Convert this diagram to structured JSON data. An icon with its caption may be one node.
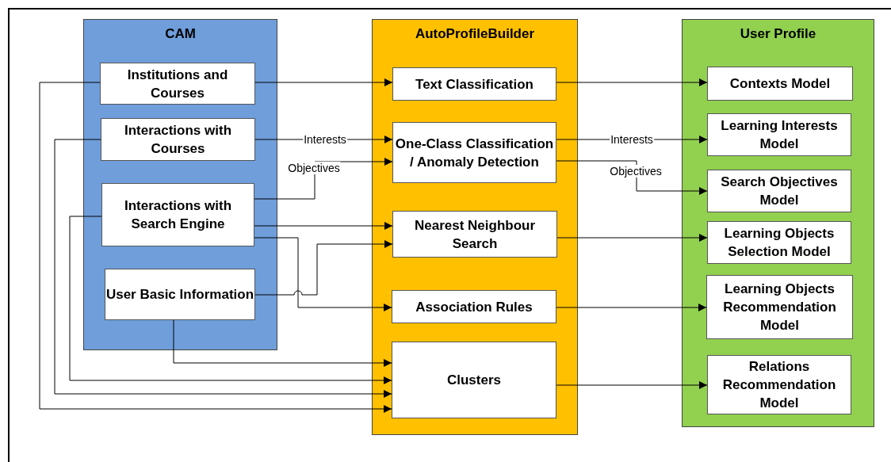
{
  "diagram": {
    "nodes": [
      {
        "text": [
          "CAM"
        ]
      },
      {
        "text": [
          "Institutions and Courses"
        ],
        "in": 0
      },
      {
        "text": [
          "Interactions with Courses"
        ],
        "in": 0
      },
      {
        "text": [
          "Interactions with Search Engine"
        ],
        "in": 0
      },
      {
        "text": [
          "User Basic Information"
        ],
        "in": 0
      },
      {
        "text": [
          "AutoProfileBuilder"
        ]
      },
      {
        "text": [
          "Text Classification"
        ],
        "in": 5
      },
      {
        "text": [
          "One-Class Classification / Anomaly Detection"
        ],
        "in": 5
      },
      {
        "text": [
          "Nearest Neighbour Search"
        ],
        "in": 5
      },
      {
        "text": [
          "Association Rules"
        ],
        "in": 5
      },
      {
        "text": [
          "Clusters"
        ],
        "in": 5
      },
      {
        "text": [
          "User Profile"
        ]
      },
      {
        "text": [
          "Contexts Model"
        ],
        "in": 11
      },
      {
        "text": [
          "Learning Interests Model"
        ],
        "in": 11
      },
      {
        "text": [
          "Search Objectives Model"
        ],
        "in": 11
      },
      {
        "text": [
          "Learning Objects Selection Model"
        ],
        "in": 11
      },
      {
        "text": [
          "Learning Objects Recommendation Model"
        ],
        "in": 11
      },
      {
        "text": [
          "Relations Recommendation Model"
        ],
        "in": 11
      }
    ],
    "edges": [
      {
        "from": 1,
        "to": 6,
        "arrow": "to"
      },
      {
        "from": 2,
        "to": 7,
        "arrow": "to",
        "label": "Interests"
      },
      {
        "from": 3,
        "to": 7,
        "arrow": "to",
        "label": "Objectives"
      },
      {
        "from": 3,
        "to": 8,
        "arrow": "to"
      },
      {
        "from": 3,
        "to": 9,
        "arrow": "to"
      },
      {
        "from": 4,
        "to": 8,
        "arrow": "to"
      },
      {
        "from": 4,
        "to": 10,
        "arrow": "to"
      },
      {
        "from": 3,
        "to": 10,
        "arrow": "to"
      },
      {
        "from": 2,
        "to": 10,
        "arrow": "to"
      },
      {
        "from": 1,
        "to": 10,
        "arrow": "to"
      },
      {
        "from": 6,
        "to": 12,
        "arrow": "to"
      },
      {
        "from": 7,
        "to": 13,
        "arrow": "to",
        "label": "Interests"
      },
      {
        "from": 7,
        "to": 14,
        "arrow": "to",
        "label": "Objectives"
      },
      {
        "from": 8,
        "to": 15,
        "arrow": "to"
      },
      {
        "from": 9,
        "to": 16,
        "arrow": "to"
      },
      {
        "from": 10,
        "to": 17,
        "arrow": "to"
      }
    ]
  }
}
